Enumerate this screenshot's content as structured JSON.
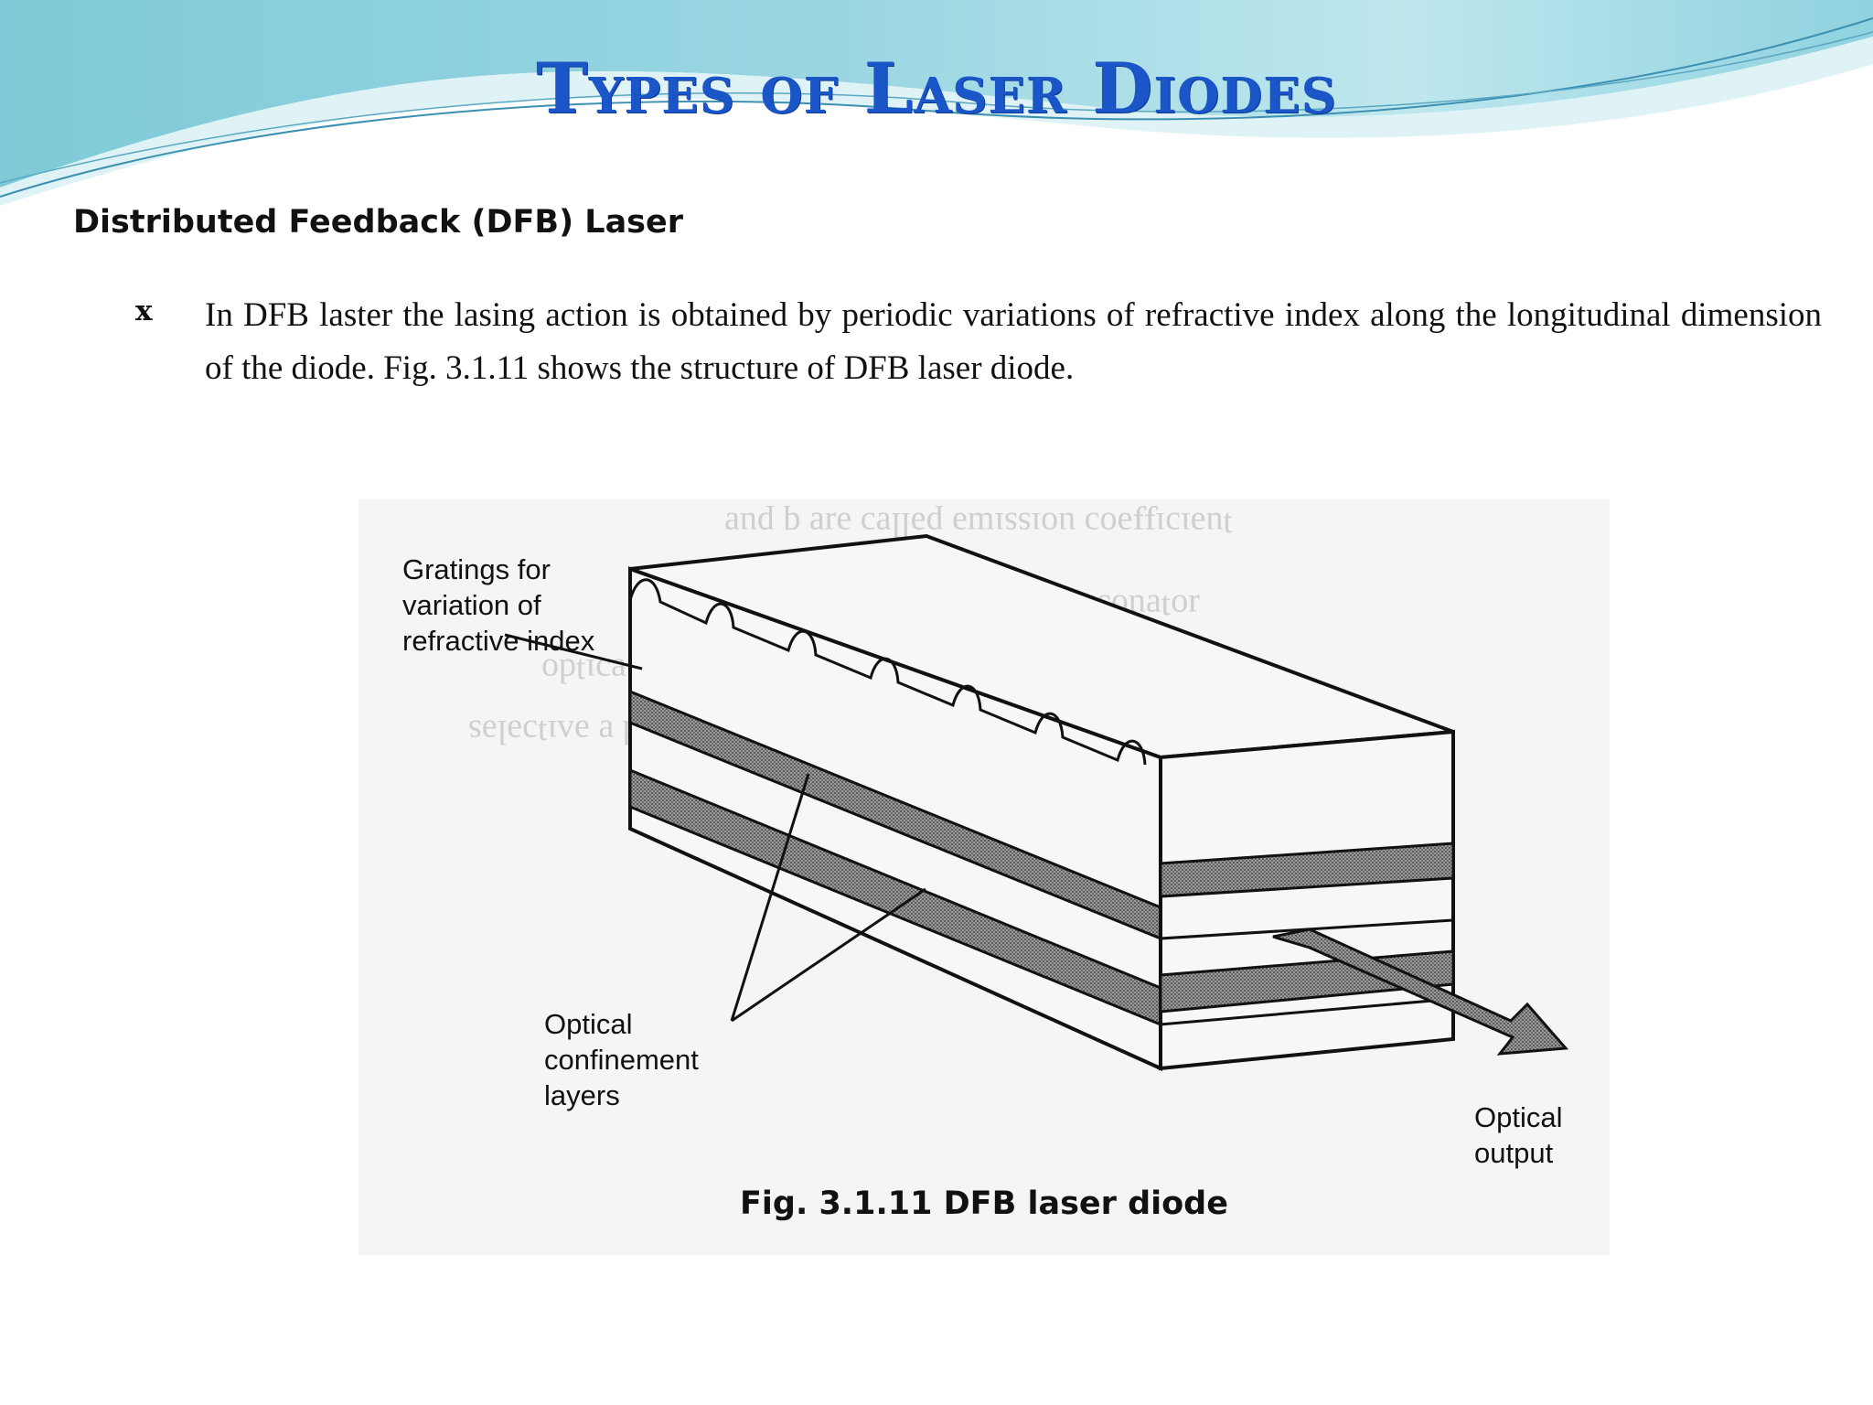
{
  "slide": {
    "title": "Types of Laser Diodes"
  },
  "content": {
    "heading": "Distributed Feedback (DFB) Laser",
    "bullet_marker": "x",
    "bullet_text": "In DFB laster the lasing action is obtained by periodic variations of refractive index along the longitudinal dimension of the diode. Fig. 3.1.11 shows the structure of DFB laser diode."
  },
  "figure": {
    "label_gratings": "Gratings for variation of refractive index",
    "label_optical_confinement": "Optical confinement layers",
    "label_optical_output": "Optical output",
    "caption": "Fig. 3.1.11 DFB laser diode"
  },
  "colors": {
    "title": "#1a56c8",
    "header_wave_light": "#c4ecf2",
    "header_wave_dark": "#6fc3d3",
    "figure_background": "#f5f5f4"
  }
}
